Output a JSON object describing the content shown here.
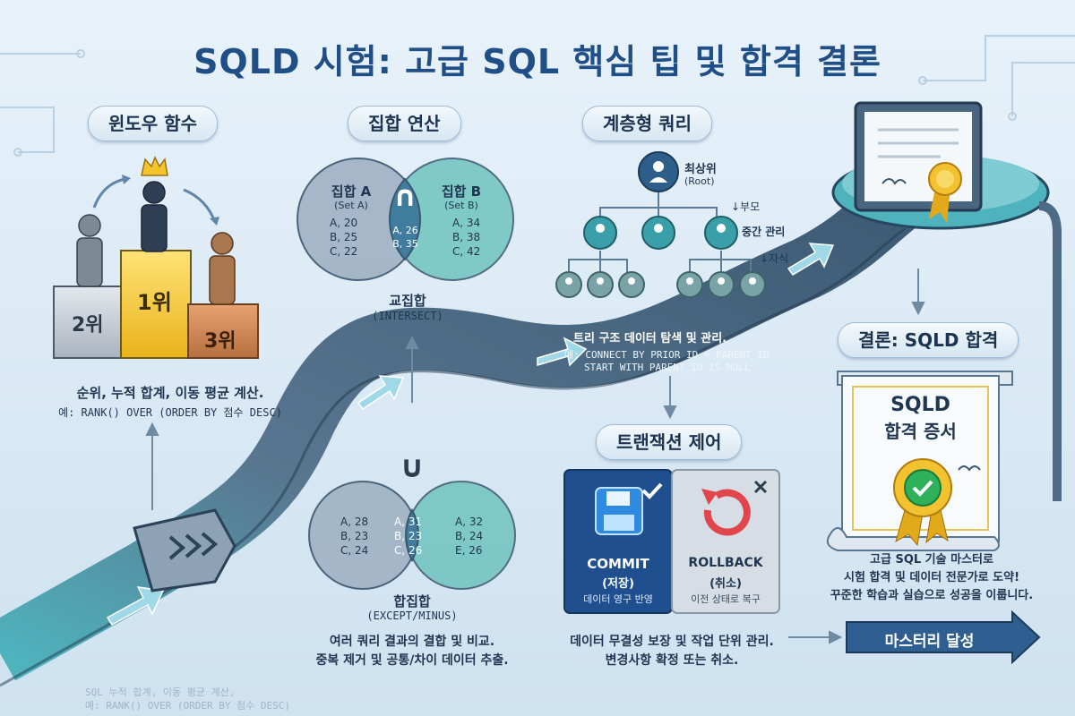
{
  "title": "SQLD 시험: 고급 SQL 핵심 팁 및 합격 결론",
  "window": {
    "heading": "윈도우 함수",
    "podium": [
      "2위",
      "1위",
      "3위"
    ],
    "desc1": "순위, 누적 합계, 이동 평균 계산.",
    "desc2": "예: RANK() OVER (ORDER BY 점수 DESC)"
  },
  "set_ops": {
    "heading": "집합 연산",
    "set_a": {
      "label": "집합 A",
      "sub": "(Set A)",
      "rows": [
        "A, 20",
        "B, 25",
        "C, 22"
      ]
    },
    "set_b": {
      "label": "집합 B",
      "sub": "(Set B)",
      "rows": [
        "A, 34",
        "B, 38",
        "C, 42"
      ]
    },
    "intersect_symbol": "∩",
    "intersect_rows": [
      "A, 26",
      "B, 35"
    ],
    "intersect_label": "교집합",
    "intersect_sub": "(INTERSECT)",
    "union_symbol": "∪",
    "left_rows": [
      "A, 28",
      "B, 23",
      "C, 24"
    ],
    "mid_rows": [
      "A, 31",
      "B, 23",
      "C, 26"
    ],
    "right_rows": [
      "A, 32",
      "B, 24",
      "E, 26"
    ],
    "union_label": "합집합",
    "union_sub": "(EXCEPT/MINUS)",
    "desc1": "여러 쿼리 결과의 결합 및 비교.",
    "desc2": "중복 제거 및 공통/차이 데이터 추출."
  },
  "hier": {
    "heading": "계층형 쿼리",
    "root": "최상위",
    "root_sub": "(Root)",
    "parent": "↓부모",
    "middle": "중간 관리",
    "child": "↓자식",
    "desc1": "트리 구조 데이터 탐색 및 관리.",
    "desc2": "예: CONNECT BY PRIOR ID = PARENT_ID",
    "desc3": "START WITH PARENT_ID IS NULL"
  },
  "tx": {
    "heading": "트랜잭션 제어",
    "commit": "COMMIT",
    "commit_sub": "(저장)",
    "commit_desc": "데이터 영구 반영",
    "rollback": "ROLLBACK",
    "rollback_sub": "(취소)",
    "rollback_desc": "이전 상태로 복구",
    "desc1": "데이터 무결성 보장 및 작업 단위 관리.",
    "desc2": "변경사항 확정 또는 취소."
  },
  "conclusion": {
    "heading": "결론: SQLD 합격",
    "cert1": "SQLD",
    "cert2": "합격 증서",
    "desc1": "고급 SQL 기술 마스터로",
    "desc2": "시험 합격 및 데이터 전문가로 도약!",
    "desc3": "꾸준한 학습과 실습으로 성공을 이룹니다.",
    "cta": "마스터리 달성"
  },
  "watermark": {
    "line1": "SQL 누적 합계, 이동 평균 계산,",
    "line2": "예: RANK() OVER (ORDER BY 점수 DESC)"
  },
  "colors": {
    "title": "#1f4f86",
    "road": "#4d6b85",
    "teal": "#3fa9b5",
    "gold": "#f2c230",
    "commit": "#2f6fd0",
    "rollback": "#e0464b"
  }
}
